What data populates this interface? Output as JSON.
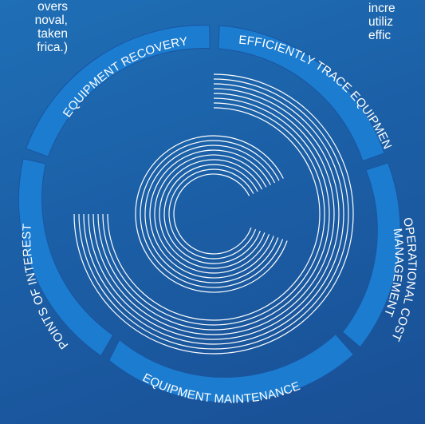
{
  "left_text_lines": [
    "overs",
    "noval,",
    "taken",
    "frica.)"
  ],
  "right_text_lines": [
    "incre",
    "utiliz",
    "effic"
  ],
  "segments": [
    {
      "label": "EFFICIENTLY TRACE EQUIPMENT"
    },
    {
      "label": "OPERATIONAL COST"
    },
    {
      "label": "MANAGEMENT"
    },
    {
      "label": "EQUIPMENT MAINTENANCE"
    },
    {
      "label": "POINTS OF INTEREST"
    },
    {
      "label": "EQUIPMENT RECOVERY"
    }
  ],
  "colors": {
    "background": "#1c5ea6",
    "ring": "#1c7cd0",
    "divider": "#1a55a0",
    "inner_lines": "#ffffff"
  }
}
